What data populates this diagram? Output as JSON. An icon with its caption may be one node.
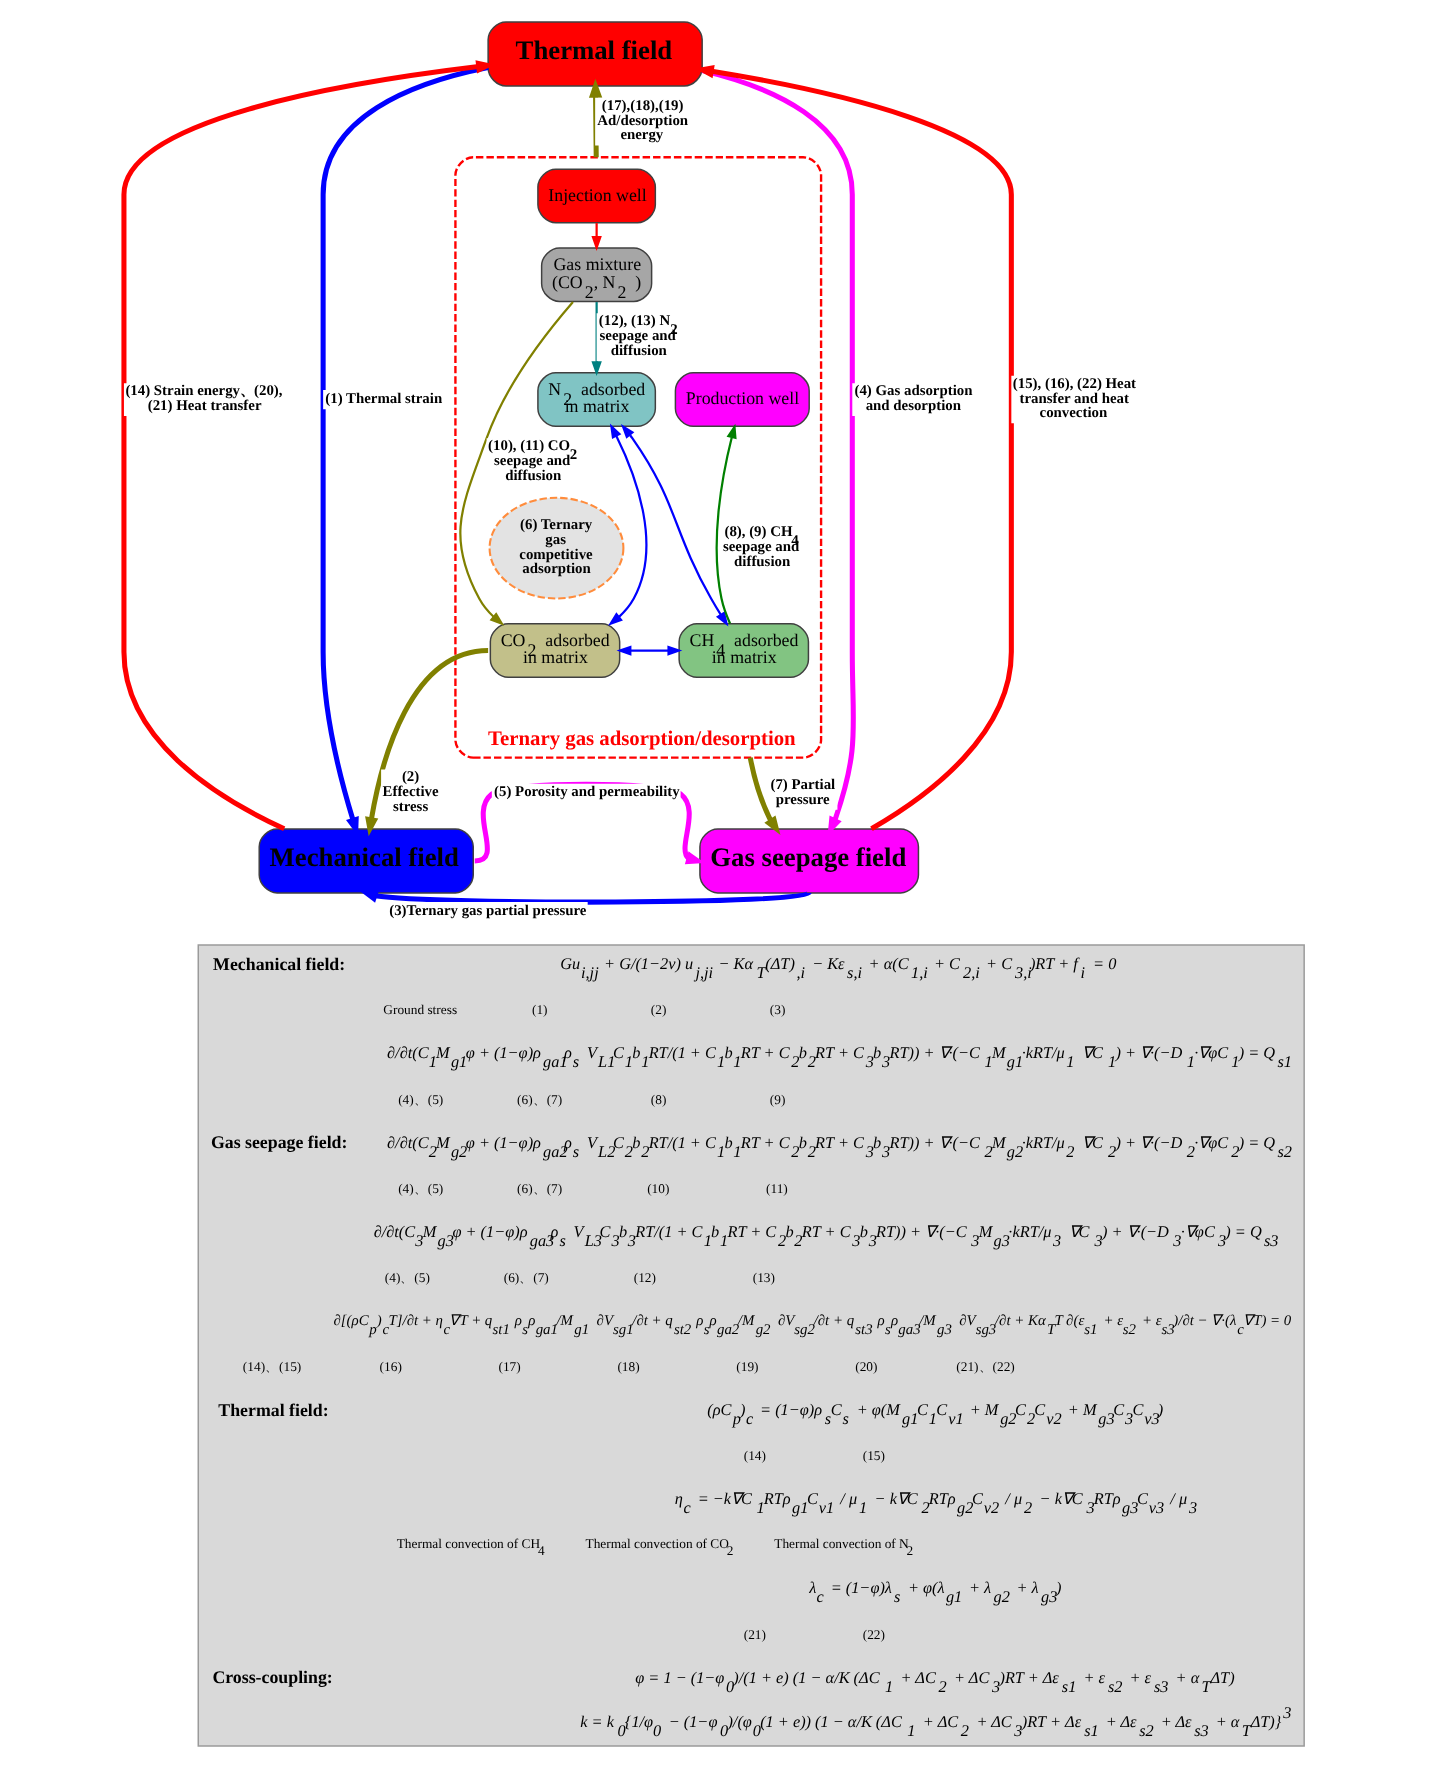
{
  "diagram": {
    "nodes": [
      {
        "text": [
          "Thermal field"
        ]
      },
      {
        "text": [
          "Ternary gas adsorption/desorption"
        ]
      },
      {
        "text": [
          "Injection well"
        ],
        "in": 1
      },
      {
        "text": [
          "Gas mixture (CO$_{2}$, N$_{2}$ )"
        ],
        "in": 1
      },
      {
        "text": [
          "N$_{2}$ adsorbed in matrix"
        ],
        "in": 1
      },
      {
        "text": [
          "Production well"
        ],
        "in": 1
      },
      {
        "text": [
          "(6) Ternary gas competitive adsorption"
        ],
        "in": 1
      },
      {
        "text": [
          "CO$_{2}$ adsorbed in matrix"
        ],
        "in": 1
      },
      {
        "text": [
          "CH$_{4}$ adsorbed in matrix"
        ],
        "in": 1
      },
      {
        "text": [
          "Mechanical field"
        ]
      },
      {
        "text": [
          "Gas seepage field"
        ]
      },
      {
        "text": [],
        "shape": "box"
      }
    ],
    "edges": [
      {
        "from": 0,
        "to": 9,
        "arrow": "to",
        "label": "(1) Thermal strain"
      },
      {
        "from": 9,
        "to": 0,
        "arrow": "to",
        "label": "(14) Strain energy、(20), (21) Heat transfer",
        "color": "#ff0000"
      },
      {
        "from": 1,
        "to": 0,
        "arrow": "to",
        "label": "(17),(18),(19) Ad/desorption energy",
        "color": "#808000"
      },
      {
        "from": 0,
        "to": 10,
        "arrow": "to",
        "label": "(4) Gas adsorption and desorption",
        "color": "#ff00ff"
      },
      {
        "from": 10,
        "to": 0,
        "arrow": "to",
        "label": "(15), (16), (22) Heat transfer and heat convection",
        "color": "#ff0000"
      },
      {
        "from": 9,
        "to": 10,
        "arrow": "to",
        "label": "(5) Porosity and permeability",
        "color": "#ff00ff"
      },
      {
        "from": 10,
        "to": 9,
        "arrow": "to",
        "label": "(3)Ternary gas partial pressure"
      },
      {
        "from": 7,
        "to": 9,
        "arrow": "to",
        "label": "(2) Effective stress",
        "color": "#808000"
      },
      {
        "from": 1,
        "to": 10,
        "arrow": "to",
        "label": "(7) Partial pressure",
        "color": "#808000"
      },
      {
        "from": 2,
        "to": 3,
        "arrow": "to",
        "color": "#ff0000"
      },
      {
        "from": 3,
        "to": 4,
        "arrow": "to",
        "label": "(12), (13) N$_{2}$ seepage and diffusion",
        "color": "#008080"
      },
      {
        "from": 3,
        "to": 7,
        "arrow": "to",
        "label": "(10), (11) CO$_{2}$ seepage and diffusion",
        "color": "#808000"
      },
      {
        "from": 8,
        "to": 5,
        "arrow": "to",
        "label": "(8), (9) CH$_{4}$ seepage and diffusion",
        "color": "#008000"
      },
      {
        "from": 4,
        "to": 7,
        "arrow": "both"
      },
      {
        "from": 4,
        "to": 8,
        "arrow": "both"
      },
      {
        "from": 7,
        "to": 8,
        "arrow": "both"
      }
    ],
    "labels": [
      "Mechanical field:",
      "Gu$_{i,jj}$ + G/(1−2ν) u$_{j,ji}$ − Kα$_{T}$(ΔT)$_{,i}$ − Kε$_{s,i}$ + α(C$_{1,i}$ + C$_{2,i}$ + C$_{3,i}$)RT + f$_{i}$ = 0",
      "Ground stress",
      "(1)",
      "(2)",
      "(3)",
      "∂/∂t(C$_{1}$M$_{g1}$φ + (1−φ)ρ$_{ga1}$ρ$_{s}$ V$_{L1}$C$_{1}$b$_{1}$RT/(1 + C$_{1}$b$_{1}$RT + C$_{2}$b$_{2}$RT + C$_{3}$b$_{3}$RT)) + ∇·(−C$_{1}$M$_{g1}$·kRT/μ$_{1}$ ∇C$_{1}$) + ∇·(−D$_{1}$·∇φC$_{1}$) = Q$_{s1}$",
      "(4)、(5)",
      "(6)、(7)",
      "(8)",
      "(9)",
      "Gas seepage field:",
      "∂/∂t(C$_{2}$M$_{g2}$φ + (1−φ)ρ$_{ga2}$ρ$_{s}$ V$_{L2}$C$_{2}$b$_{2}$RT/(1 + C$_{1}$b$_{1}$RT + C$_{2}$b$_{2}$RT + C$_{3}$b$_{3}$RT)) + ∇·(−C$_{2}$M$_{g2}$·kRT/μ$_{2}$ ∇C$_{2}$) + ∇·(−D$_{2}$·∇φC$_{2}$) = Q$_{s2}$",
      "(4)、(5)",
      "(6)、(7)",
      "(10)",
      "(11)",
      "∂/∂t(C$_{3}$M$_{g3}$φ + (1−φ)ρ$_{ga3}$ρ$_{s}$ V$_{L3}$C$_{3}$b$_{3}$RT/(1 + C$_{1}$b$_{1}$RT + C$_{2}$b$_{2}$RT + C$_{3}$b$_{3}$RT)) + ∇·(−C$_{3}$M$_{g3}$·kRT/μ$_{3}$ ∇C$_{3}$) + ∇·(−D$_{3}$·∇φC$_{3}$) = Q$_{s3}$",
      "(4)、(5)",
      "(6)、(7)",
      "(12)",
      "(13)",
      "∂[(ρC$_{p}$)$_{c}$T]/∂t + η$_{c}$∇T + q$_{st1}$ ρ$_{s}$ρ$_{ga1}$/M$_{g1}$ ∂V$_{sg1}$/∂t + q$_{st2}$ ρ$_{s}$ρ$_{ga2}$/M$_{g2}$ ∂V$_{sg2}$/∂t + q$_{st3}$ ρ$_{s}$ρ$_{ga3}$/M$_{g3}$ ∂V$_{sg3}$/∂t + Kα$_{T}$T ∂(ε$_{s1}$ + ε$_{s2}$ + ε$_{s3}$)/∂t − ∇·(λ$_{c}$∇T) = 0",
      "(14)、(15)",
      "(16)",
      "(17)",
      "(18)",
      "(19)",
      "(20)",
      "(21)、(22)",
      "Thermal field:",
      "(ρC$_{p}$)$_{c}$ = (1−φ)ρ$_{s}$C$_{s}$ + φ(M$_{g1}$C$_{1}$C$_{v1}$ + M$_{g2}$C$_{2}$C$_{v2}$ + M$_{g3}$C$_{3}$C$_{v3}$)",
      "(14)",
      "(15)",
      "η$_{c}$ = −k∇C$_{1}$RTρ$_{g1}$C$_{v1}$ / μ$_{1}$ − k∇C$_{2}$RTρ$_{g2}$C$_{v2}$ / μ$_{2}$ − k∇C$_{3}$RTρ$_{g3}$C$_{v3}$ / μ$_{3}$",
      "Thermal convection of CH$_{4}$",
      "Thermal convection of CO$_{2}$",
      "Thermal convection of N$_{2}$",
      "λ$_{c}$ = (1−φ)λ$_{s}$ + φ(λ$_{g1}$ + λ$_{g2}$ + λ$_{g3}$)",
      "(21)",
      "(22)",
      "Cross-coupling:",
      "φ = 1 − (1−φ$_{0}$)/(1 + e) (1 − α/K (ΔC$_{1}$ + ΔC$_{2}$ + ΔC$_{3}$)RT + Δε$_{s1}$ + ε$_{s2}$ + ε$_{s3}$ + α$_{T}$ΔT)",
      "k = k$_{0}${1/φ$_{0}$ − (1−φ$_{0}$)/(φ$_{0}$(1 + e)) (1 − α/K (ΔC$_{1}$ + ΔC$_{2}$ + ΔC$_{3}$)RT + Δε$_{s1}$ + Δε$_{s2}$ + Δε$_{s3}$ + α$_{T}$ΔT)}$^{3}$"
    ]
  }
}
